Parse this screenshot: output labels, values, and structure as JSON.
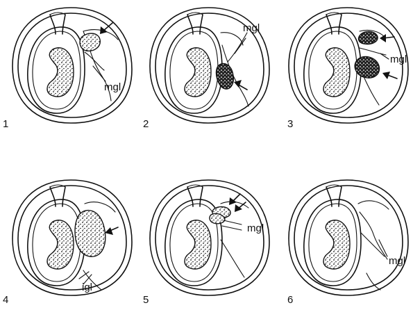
{
  "panels": [
    {
      "number": "1",
      "labels": [
        "mgl"
      ]
    },
    {
      "number": "2",
      "labels": [
        "mgl"
      ]
    },
    {
      "number": "3",
      "labels": [
        "mgl"
      ]
    },
    {
      "number": "4",
      "labels": [
        "igl"
      ]
    },
    {
      "number": "5",
      "labels": [
        "mgl"
      ]
    },
    {
      "number": "6",
      "labels": [
        "mgl"
      ]
    }
  ]
}
